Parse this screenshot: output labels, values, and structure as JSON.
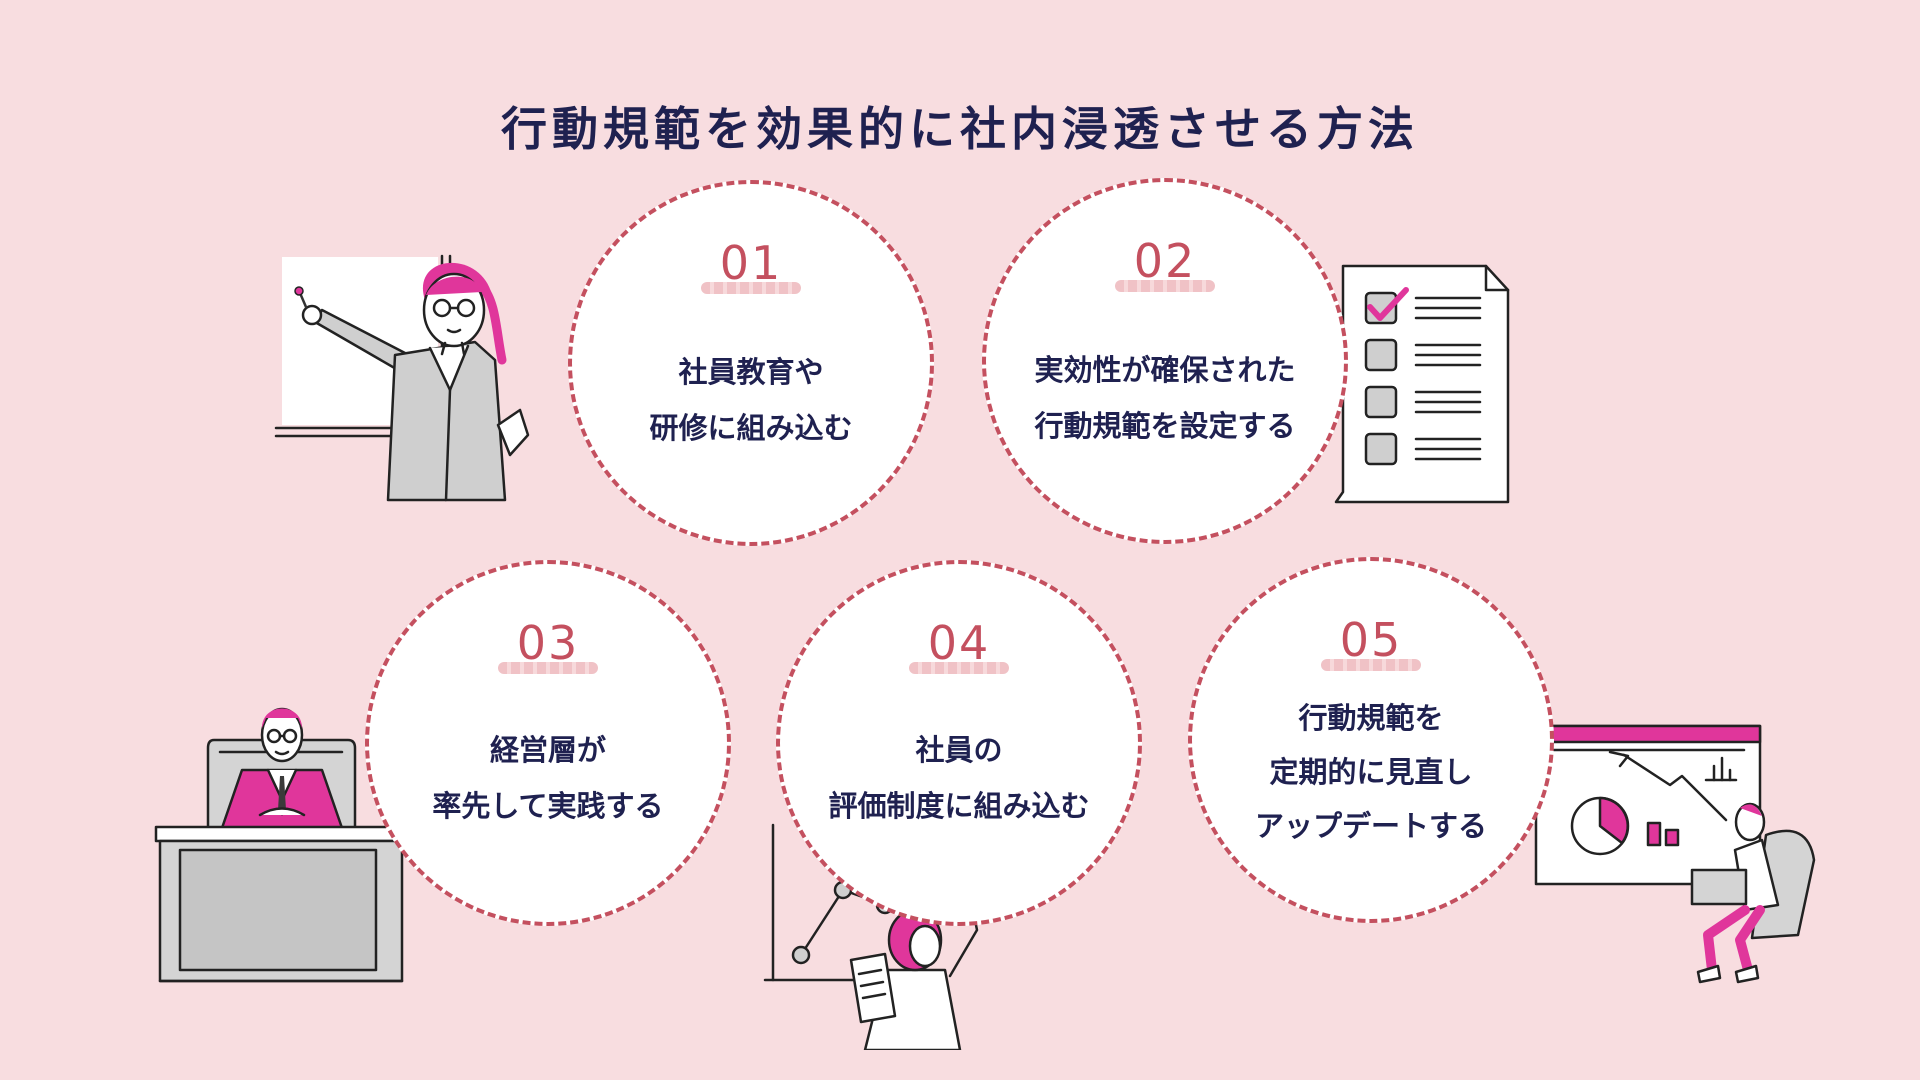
{
  "title": "行動規範を効果的に社内浸透させる方法",
  "steps": [
    {
      "number": "01",
      "lines": [
        "社員教育や",
        "研修に組み込む"
      ]
    },
    {
      "number": "02",
      "lines": [
        "実効性が確保された",
        "行動規範を設定する"
      ]
    },
    {
      "number": "03",
      "lines": [
        "経営層が",
        "率先して実践する"
      ]
    },
    {
      "number": "04",
      "lines": [
        "社員の",
        "評価制度に組み込む"
      ]
    },
    {
      "number": "05",
      "lines": [
        "行動規範を",
        "定期的に見直し",
        "アップデートする"
      ]
    }
  ],
  "colors": {
    "background": "#f8dde0",
    "accent": "#c4505f",
    "text": "#1f2150",
    "magenta": "#e0369b"
  }
}
